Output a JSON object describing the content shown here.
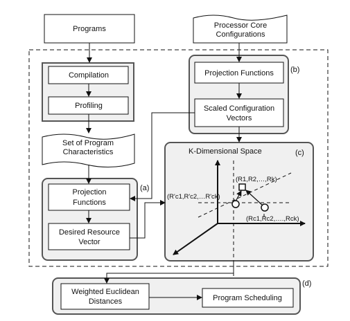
{
  "boxes": {
    "programs": "Programs",
    "proc_line1": "Processor Core",
    "proc_line2": "Configurations",
    "compilation": "Compilation",
    "profiling": "Profiling",
    "char_line1": "Set of Program",
    "char_line2": "Characteristics",
    "proj_b": "Projection Functions",
    "scaled_line1": "Scaled Configuration",
    "scaled_line2": "Vectors",
    "proj_a_line1": "Projection",
    "proj_a_line2": "Functions",
    "desired_line1": "Desired Resource",
    "desired_line2": "Vector",
    "kspace": "K-Dimensional Space",
    "weighted_line1": "Weighted Euclidean",
    "weighted_line2": "Distances",
    "scheduling": "Program Scheduling"
  },
  "labels": {
    "a": "(a)",
    "b": "(b)",
    "c": "(c)",
    "d": "(d)",
    "r_vec": "(R1,R2,…,Rk)",
    "rp_vec": "(R'c1,R'c2,…R'ck)",
    "rc_vec": "(Rc1,Rc2,….,Rck)"
  }
}
